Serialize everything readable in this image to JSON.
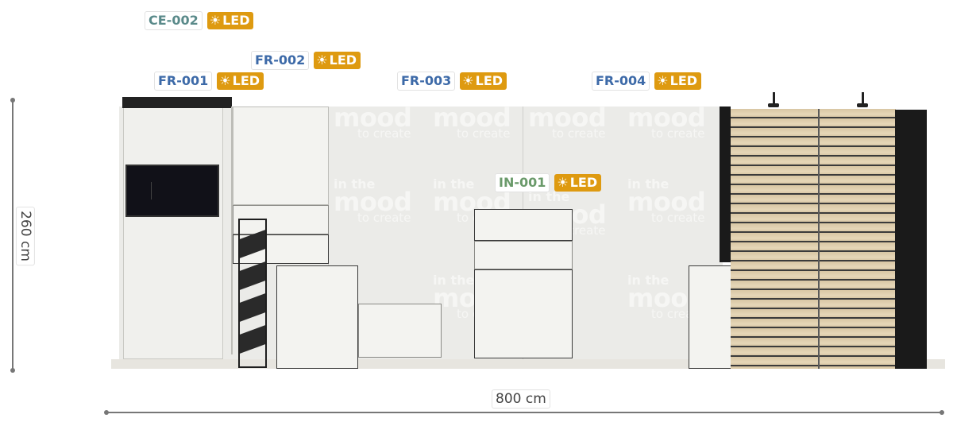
{
  "labels": [
    {
      "code": "CE-002",
      "led": "LED",
      "icon": "sun-icon",
      "color": "#5a8a8a"
    },
    {
      "code": "FR-002",
      "led": "LED",
      "icon": "sun-icon",
      "color": "#3d6aa8"
    },
    {
      "code": "FR-001",
      "led": "LED",
      "icon": "sun-icon",
      "color": "#3d6aa8"
    },
    {
      "code": "FR-003",
      "led": "LED",
      "icon": "sun-icon",
      "color": "#3d6aa8"
    },
    {
      "code": "FR-004",
      "led": "LED",
      "icon": "sun-icon",
      "color": "#3d6aa8"
    },
    {
      "code": "IN-001",
      "led": "LED",
      "icon": "sun-icon",
      "color": "#6a9a6a"
    }
  ],
  "led_color": "#de9a10",
  "watermark": {
    "line1": "in the",
    "line2": "mood",
    "line3": "to create"
  },
  "dimensions": {
    "height": "260 cm",
    "width": "800 cm"
  }
}
